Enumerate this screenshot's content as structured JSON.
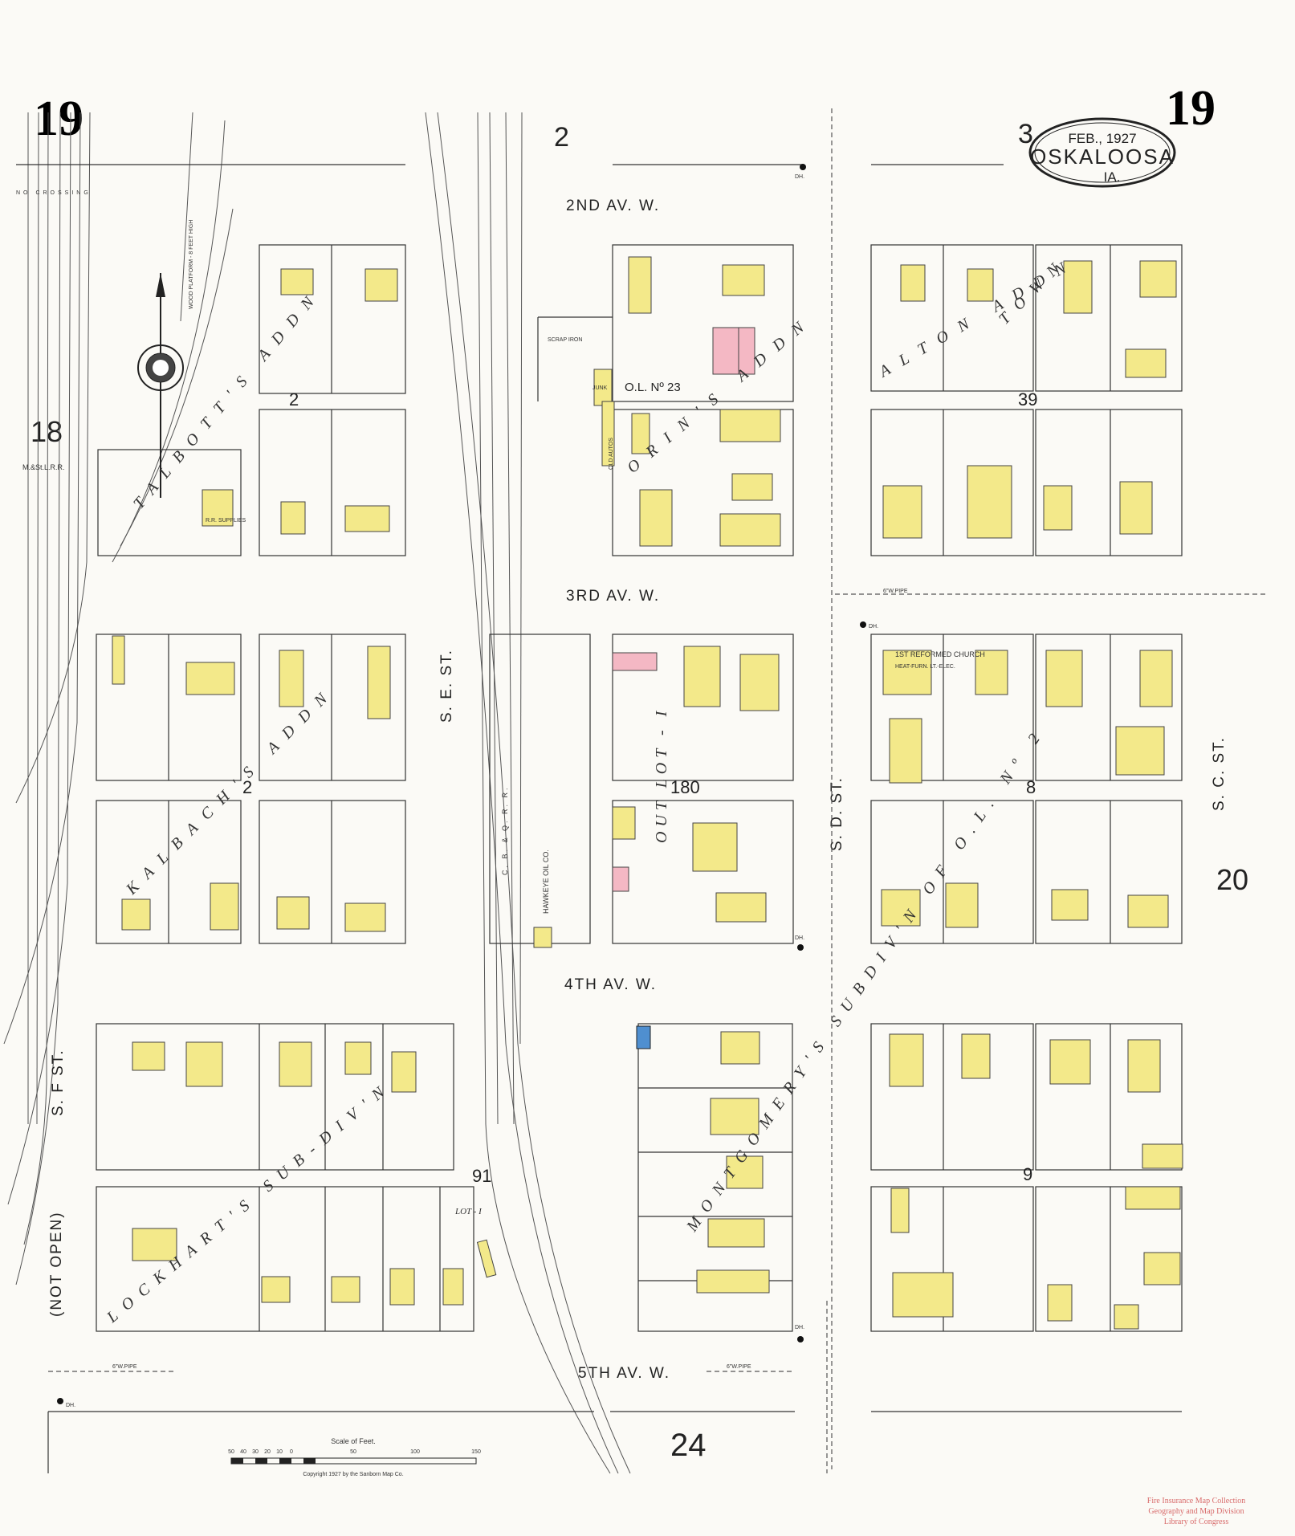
{
  "sheet": {
    "number": "19",
    "date": "FEB., 1927",
    "city": "OSKALOOSA",
    "state": "IA.",
    "adjacent_sheets": [
      "2",
      "3",
      "18",
      "20",
      "24"
    ]
  },
  "streets": {
    "avenues": [
      "2ND AV. W.",
      "3RD AV. W.",
      "4TH AV. W.",
      "5TH AV. W."
    ],
    "north_south": [
      "S. F ST.",
      "S. E. ST.",
      "S. D. ST.",
      "S. C. ST."
    ],
    "not_open": "(NOT OPEN)"
  },
  "additions": [
    "TALBOTT'S ADDN",
    "KALBACH'S ADDN",
    "LOCKHART'S SUB-DIV'N",
    "MONTGOMERY'S SUBDIV'N OF O.L. Nº 2",
    "ORIN'S ADDN",
    "ALTON ADDN",
    "TOWN",
    "OUT LOT - I"
  ],
  "block_numbers": [
    "2",
    "39",
    "8",
    "9",
    "180",
    "91"
  ],
  "out_lots": [
    "O.L. Nº 23",
    "LOT - I"
  ],
  "labels": {
    "church": "1ST REFORMED CHURCH",
    "church_note": "HEAT-FURN. LT.-ELEC.",
    "railroad": "C. B. & Q. R. R.",
    "railroad_west": "M.&St.L.R.R.",
    "oil_co": "HAWKEYE OIL CO.",
    "rr_supplies": "R.R. SUPPLIES",
    "scrap": "SCRAP IRON",
    "junk": "JUNK",
    "old_autos": "OLD AUTOS",
    "no_crossing": "NO CROSSING",
    "platform": "WOOD PLATFORM - 8 FEET HIGH",
    "water_pipe": "6\"W.PIPE",
    "hydrant": "DH."
  },
  "scale": {
    "title": "Scale of Feet.",
    "ticks": [
      "50",
      "40",
      "30",
      "20",
      "10",
      "0",
      "50",
      "100",
      "150"
    ],
    "copyright": "Copyright 1927 by the Sanborn Map Co."
  },
  "watermark": [
    "Fire Insurance Map Collection",
    "Geography and Map Division",
    "Library of Congress"
  ],
  "colors": {
    "frame": "#fbfaf6",
    "frame_building": "#f3e98a",
    "brick_building": "#f4b8c4",
    "stone_building": "#4f8fd0",
    "ink": "#333333"
  }
}
